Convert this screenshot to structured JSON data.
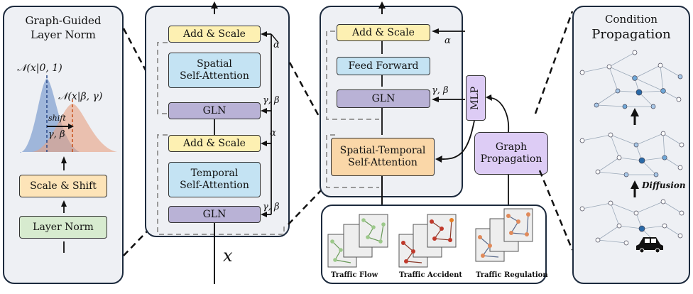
{
  "panel_a": {
    "title_line1": "Graph-Guided",
    "title_line2": "Layer Norm",
    "dist1": "𝒩(x|0, 1)",
    "dist2": "𝒩(x|β, γ)",
    "shift": "shift",
    "shift_params": "γ, β",
    "scale_shift": "Scale & Shift",
    "layer_norm": "Layer Norm"
  },
  "panel_b": {
    "add_scale_top": "Add & Scale",
    "spatial_attn_line1": "Spatial",
    "spatial_attn_line2": "Self-Attention",
    "gln_top": "GLN",
    "add_scale_bottom": "Add & Scale",
    "temporal_attn_line1": "Temporal",
    "temporal_attn_line2": "Self-Attention",
    "gln_bottom": "GLN",
    "alpha": "α",
    "gamma_beta": "γ, β",
    "input": "x"
  },
  "panel_c": {
    "add_scale": "Add & Scale",
    "feed_forward": "Feed  Forward",
    "gln": "GLN",
    "st_attn_line1": "Spatial-Temporal",
    "st_attn_line2": "Self-Attention",
    "alpha": "α",
    "gamma_beta": "γ, β",
    "mlp": "MLP",
    "graph_prop_line1": "Graph",
    "graph_prop_line2": "Propagation"
  },
  "conditions": {
    "traffic_flow": "Traffic Flow",
    "traffic_accident": "Traffic Accident",
    "traffic_regulation": "Traffic Regulation"
  },
  "panel_d": {
    "title_line1": "Condition",
    "title_line2": "Propagation",
    "diffusion": "Diffusion"
  },
  "colors": {
    "panel_border": "#1c2a3d",
    "yellow": "#fdf0b2",
    "blue": "#c4e3f3",
    "purple": "#b9b2d6",
    "orange": "#fad7a8",
    "green": "#d7ebcf",
    "lavender": "#ddccf5",
    "normal_dist": "#6b8fc8",
    "shifted_dist": "#e8a080"
  }
}
